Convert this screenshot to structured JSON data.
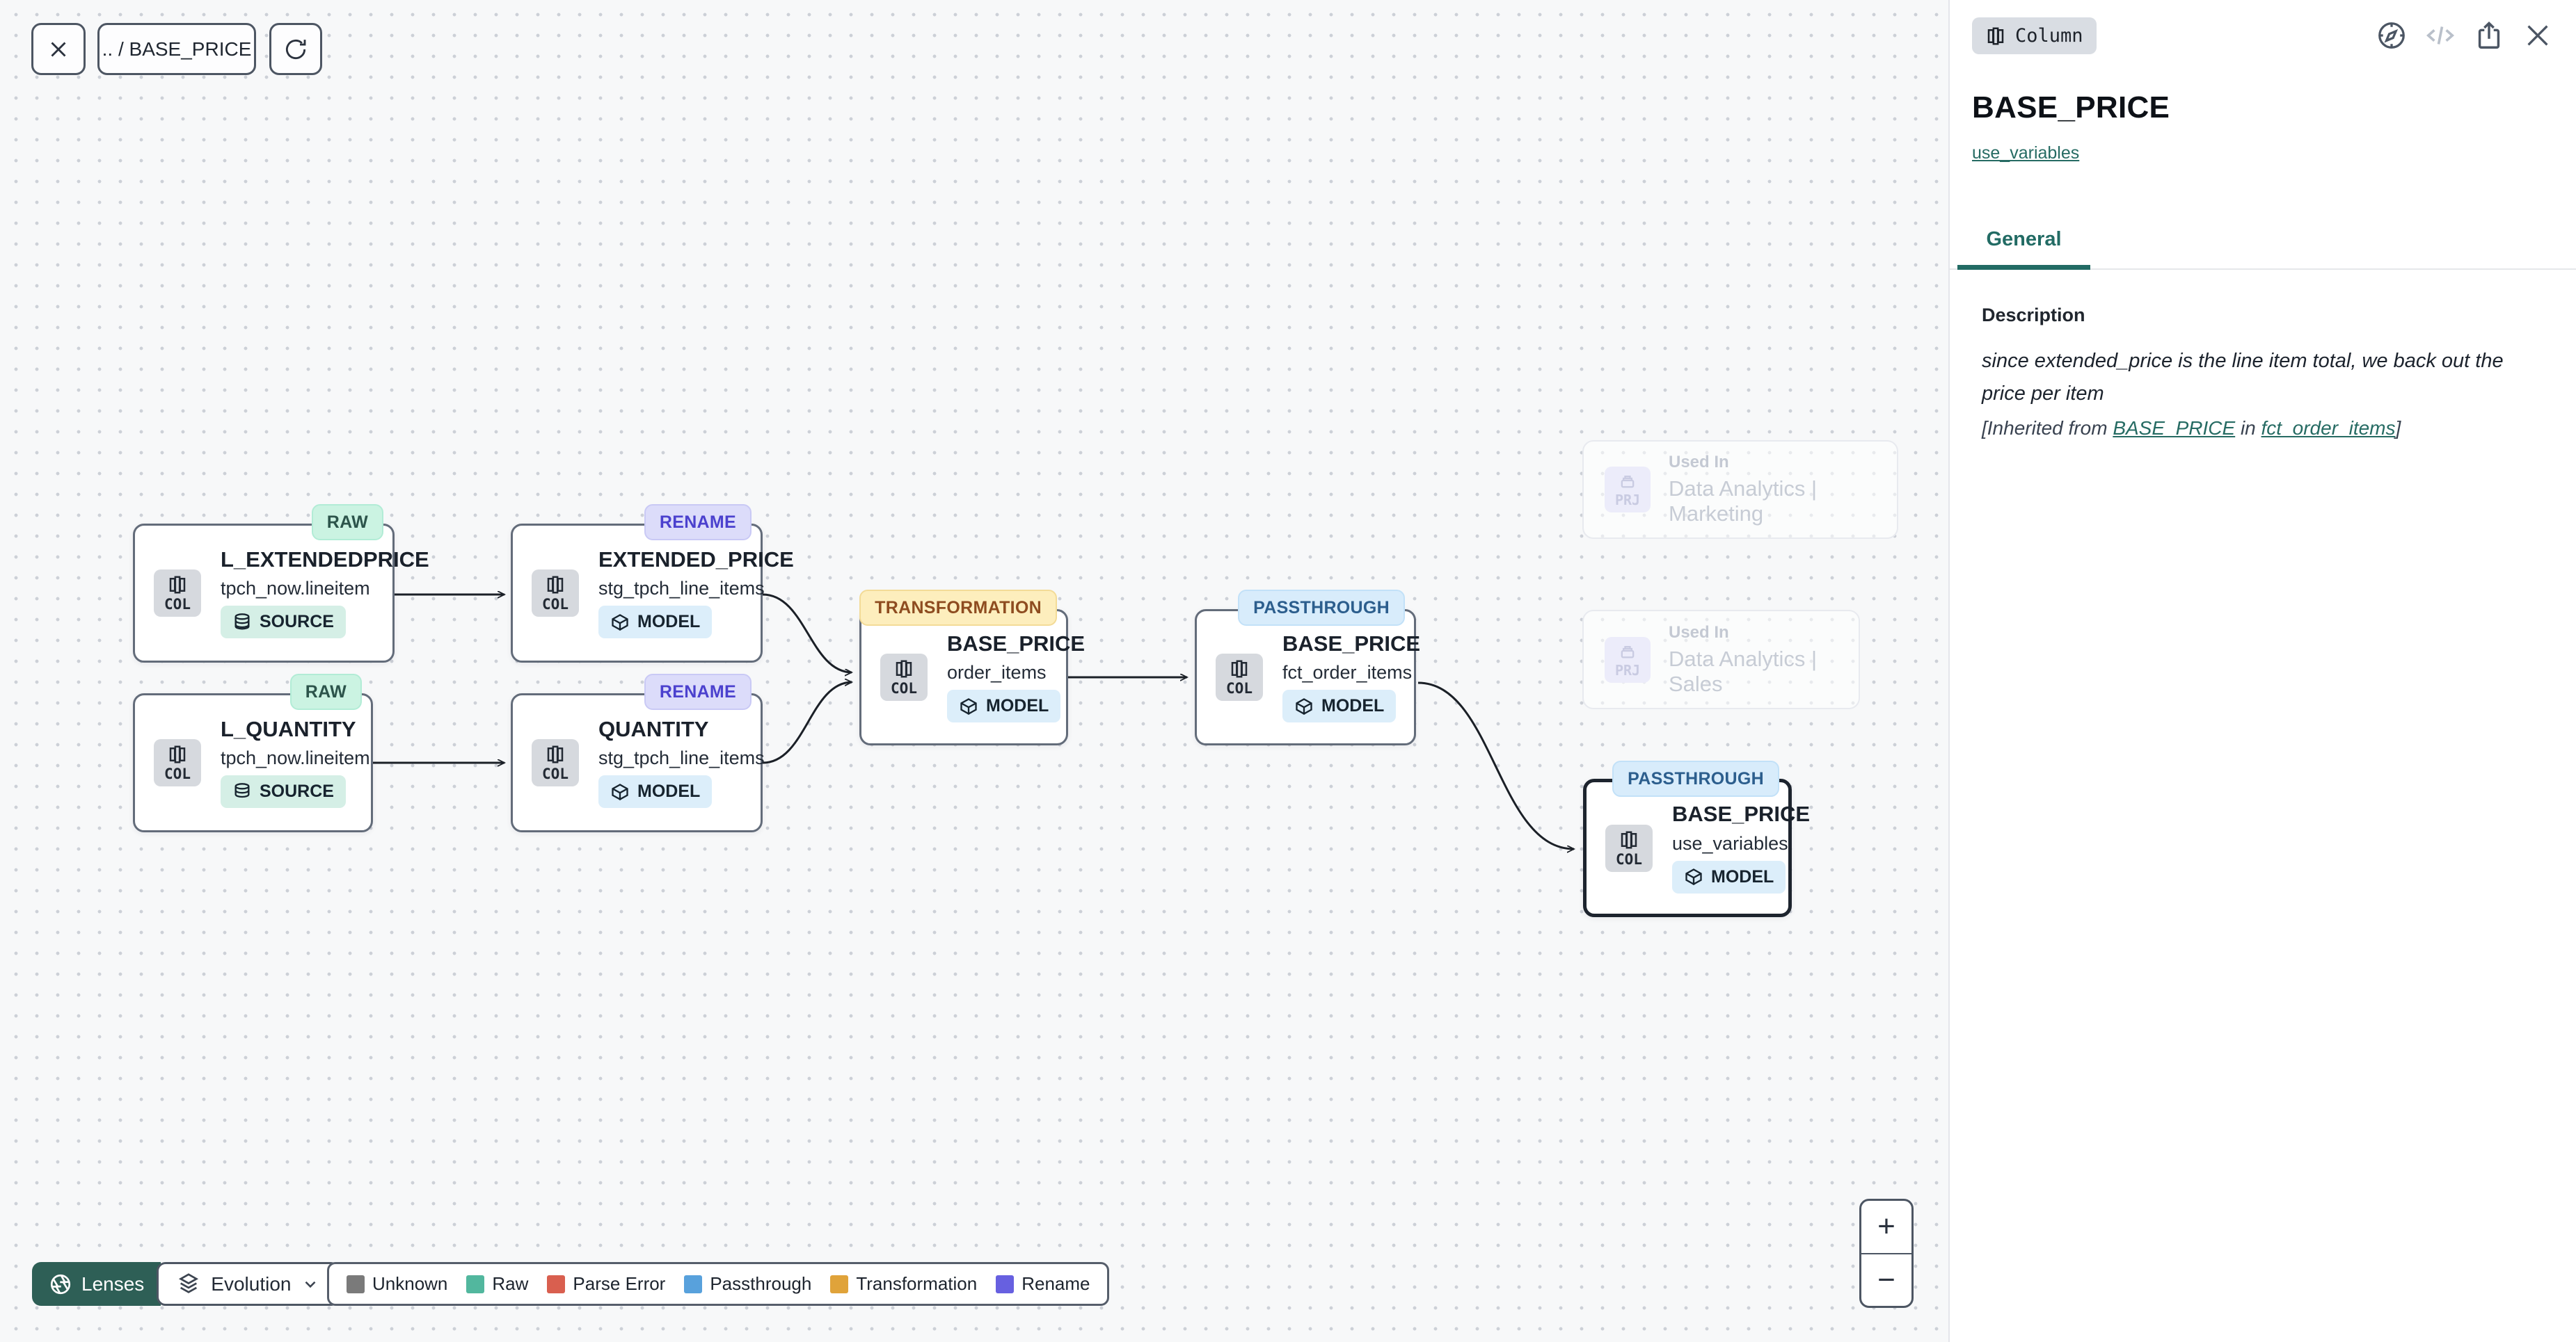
{
  "canvas_toolbar": {
    "breadcrumb": ".. / BASE_PRICE"
  },
  "nodes": [
    {
      "tag": "RAW",
      "title": "L_EXTENDEDPRICE",
      "subtitle": "tpch_now.lineitem",
      "kind": "SOURCE",
      "col": "COL"
    },
    {
      "tag": "RENAME",
      "title": "EXTENDED_PRICE",
      "subtitle": "stg_tpch_line_items",
      "kind": "MODEL",
      "col": "COL"
    },
    {
      "tag": "RAW",
      "title": "L_QUANTITY",
      "subtitle": "tpch_now.lineitem",
      "kind": "SOURCE",
      "col": "COL"
    },
    {
      "tag": "RENAME",
      "title": "QUANTITY",
      "subtitle": "stg_tpch_line_items",
      "kind": "MODEL",
      "col": "COL"
    },
    {
      "tag": "TRANSFORMATION",
      "title": "BASE_PRICE",
      "subtitle": "order_items",
      "kind": "MODEL",
      "col": "COL"
    },
    {
      "tag": "PASSTHROUGH",
      "title": "BASE_PRICE",
      "subtitle": "fct_order_items",
      "kind": "MODEL",
      "col": "COL"
    },
    {
      "tag": "PASSTHROUGH",
      "title": "BASE_PRICE",
      "subtitle": "use_variables",
      "kind": "MODEL",
      "col": "COL"
    }
  ],
  "ghost_nodes": [
    {
      "icon_label": "PRJ",
      "title": "Used In",
      "subtitle": "Data Analytics | Marketing"
    },
    {
      "icon_label": "PRJ",
      "title": "Used In",
      "subtitle": "Data Analytics | Sales"
    }
  ],
  "lenses_bar": {
    "lenses_label": "Lenses",
    "lens_selected": "Evolution"
  },
  "legend": {
    "items": [
      {
        "label": "Unknown",
        "color": "#7a7a7a"
      },
      {
        "label": "Raw",
        "color": "#52b79e"
      },
      {
        "label": "Parse Error",
        "color": "#d95f4f"
      },
      {
        "label": "Passthrough",
        "color": "#58a1dc"
      },
      {
        "label": "Transformation",
        "color": "#e0a33a"
      },
      {
        "label": "Rename",
        "color": "#6760e0"
      }
    ]
  },
  "zoom_controls": {
    "zoom_in": "+",
    "zoom_out": "−"
  },
  "panel": {
    "type_badge": "Column",
    "title": "BASE_PRICE",
    "model_link": "use_variables",
    "tab": "General",
    "description_heading": "Description",
    "description_body": "since extended_price is the line item total, we back out the price per item",
    "inherited": {
      "prefix": "[Inherited from ",
      "column_link": "BASE_PRICE",
      "infix": " in ",
      "model_link": "fct_order_items",
      "suffix": "]"
    }
  },
  "icons": [
    "close-icon",
    "refresh-icon",
    "columns-icon",
    "database-icon",
    "cube-icon",
    "project-icon",
    "aperture-icon",
    "layers-icon",
    "chevron-down-icon",
    "compass-icon",
    "code-icon",
    "share-icon",
    "plus-icon",
    "minus-icon"
  ]
}
